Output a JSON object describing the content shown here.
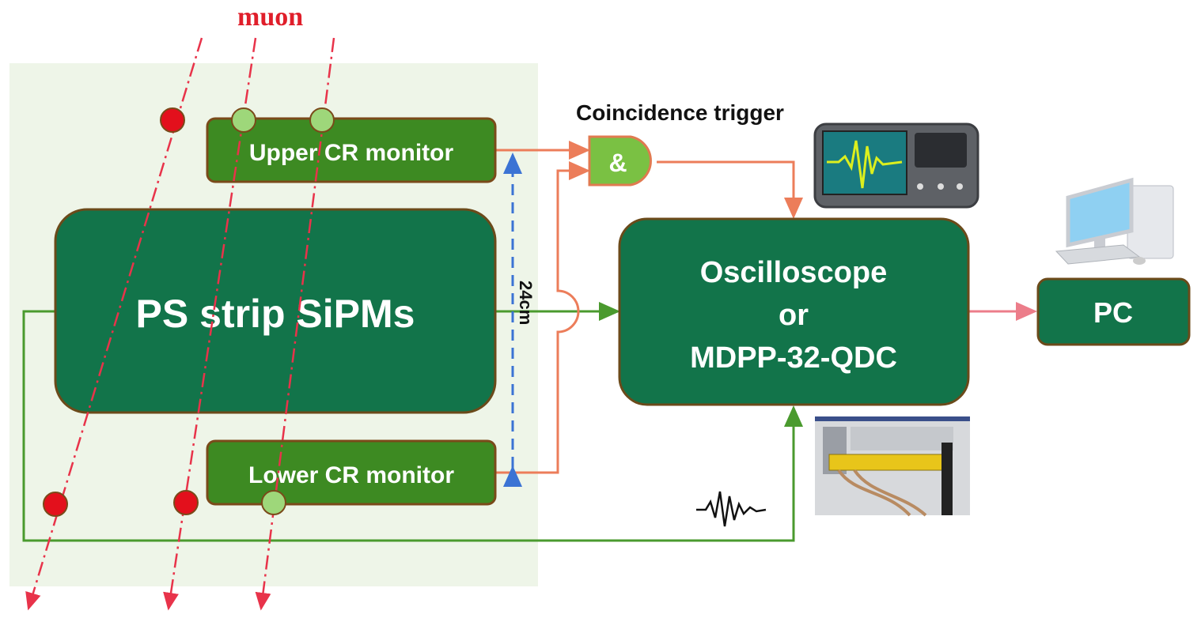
{
  "title": "muon",
  "trigger_label": "Coincidence trigger",
  "gate_symbol": "&",
  "distance_label": "24cm",
  "boxes": {
    "upper": "Upper CR monitor",
    "sipm": "PS strip SiPMs",
    "lower": "Lower CR monitor",
    "daq_line1": "Oscilloscope",
    "daq_line2": "or",
    "daq_line3": "MDPP-32-QDC",
    "pc": "PC"
  },
  "colors": {
    "box_dark": "#12744a",
    "box_monitor": "#3d8a22",
    "trigger_line": "#ec7d5a",
    "signal_line": "#4a9a2e",
    "muon": "#e8334a",
    "distance": "#3b73d4"
  }
}
